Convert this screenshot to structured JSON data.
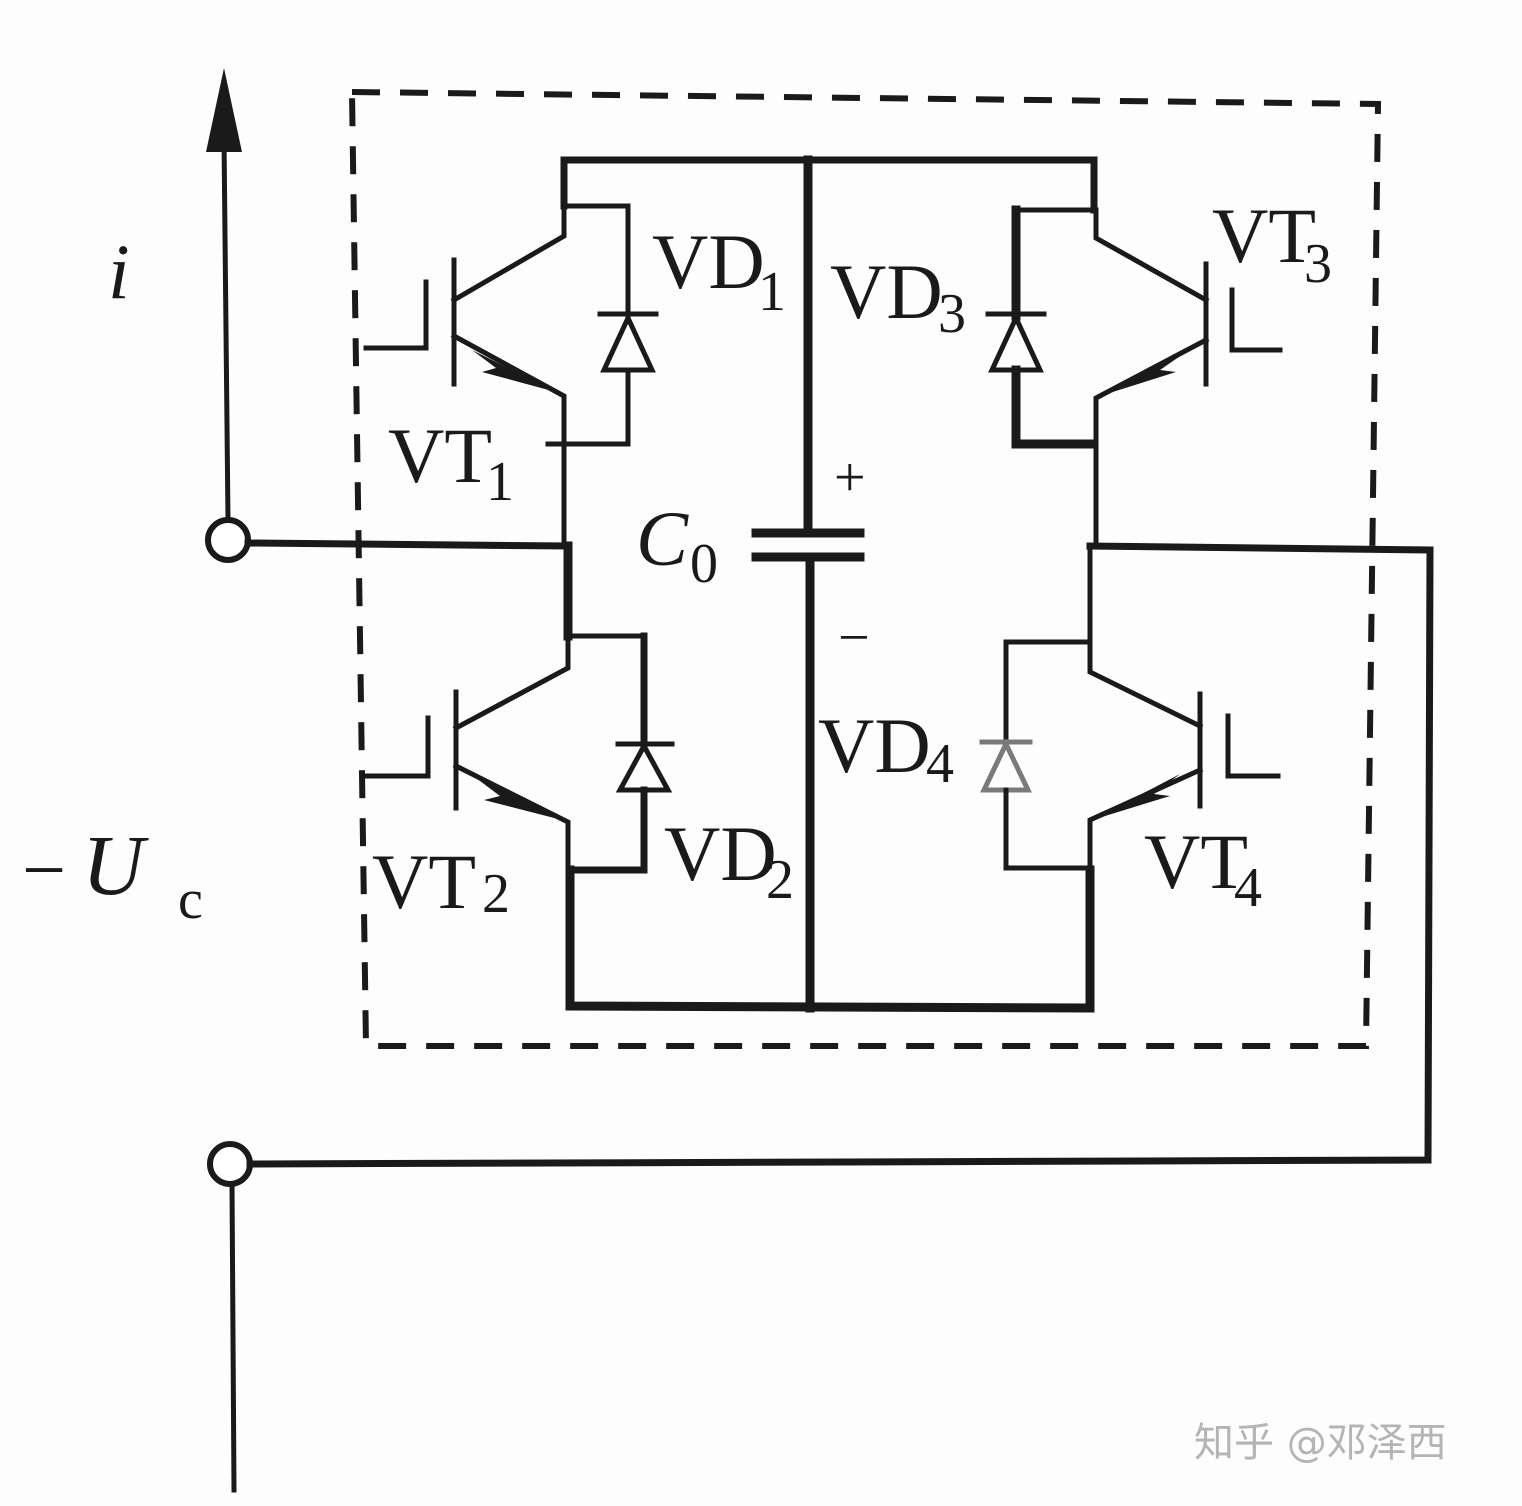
{
  "diagram": {
    "title": "H-bridge (full-bridge) converter module with capacitor C0",
    "current_label": {
      "main": "i"
    },
    "voltage_label": {
      "prefix": "−",
      "main": "U",
      "sub": "c"
    },
    "capacitor": {
      "main": "C",
      "sub": "0",
      "plus": "+",
      "minus": "−"
    },
    "transistors": [
      {
        "id": "VT1",
        "main": "VT",
        "sub": "1"
      },
      {
        "id": "VT2",
        "main": "VT",
        "sub": "2"
      },
      {
        "id": "VT3",
        "main": "VT",
        "sub": "3"
      },
      {
        "id": "VT4",
        "main": "VT",
        "sub": "4"
      }
    ],
    "diodes": [
      {
        "id": "VD1",
        "main": "VD",
        "sub": "1"
      },
      {
        "id": "VD2",
        "main": "VD",
        "sub": "2"
      },
      {
        "id": "VD3",
        "main": "VD",
        "sub": "3"
      },
      {
        "id": "VD4",
        "main": "VD",
        "sub": "4"
      }
    ],
    "terminals": [
      "top-left terminal",
      "bottom-left terminal"
    ],
    "colors": {
      "ink": "#1a1a1a",
      "background": "#fdfdfd",
      "watermark": "#b4b4b4"
    }
  },
  "watermark": "知乎 @邓泽西"
}
